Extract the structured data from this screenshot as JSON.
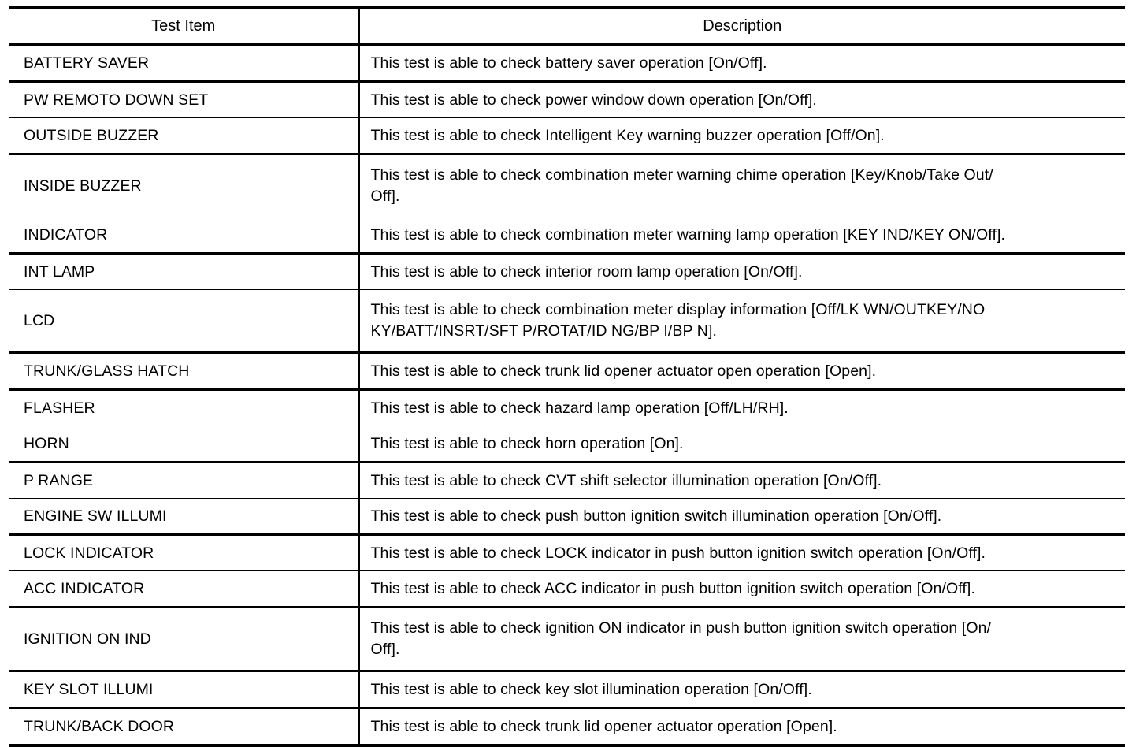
{
  "table": {
    "headers": {
      "item": "Test Item",
      "description": "Description"
    },
    "rows": [
      {
        "item": "BATTERY SAVER",
        "description": "This test is able to check battery saver operation [On/Off].",
        "lines": [
          "This test is able to check battery saver operation [On/Off]."
        ]
      },
      {
        "item": "PW REMOTO DOWN SET",
        "description": "This test is able to check power window down operation [On/Off].",
        "lines": [
          "This test is able to check power window down operation [On/Off]."
        ]
      },
      {
        "item": "OUTSIDE BUZZER",
        "description": "This test is able to check Intelligent Key warning buzzer operation [Off/On].",
        "lines": [
          "This test is able to check Intelligent Key warning buzzer operation [Off/On]."
        ]
      },
      {
        "item": "INSIDE BUZZER",
        "description": "This test is able to check combination meter warning chime operation [Key/Knob/Take Out/Off].",
        "lines": [
          "This test is able to check combination meter warning chime operation [Key/Knob/Take Out/",
          "Off]."
        ]
      },
      {
        "item": "INDICATOR",
        "description": "This test is able to check combination meter warning lamp operation [KEY IND/KEY ON/Off].",
        "lines": [
          "This test is able to check combination meter warning lamp operation [KEY IND/KEY ON/Off]."
        ]
      },
      {
        "item": "INT LAMP",
        "description": "This test is able to check interior room lamp operation [On/Off].",
        "lines": [
          "This test is able to check interior room lamp operation [On/Off]."
        ]
      },
      {
        "item": "LCD",
        "description": "This test is able to check combination meter display information [Off/LK WN/OUTKEY/NO KY/BATT/INSRT/SFT P/ROTAT/ID NG/BP I/BP N].",
        "lines": [
          "This test is able to check combination meter display information [Off/LK WN/OUTKEY/NO",
          "KY/BATT/INSRT/SFT P/ROTAT/ID NG/BP I/BP N]."
        ]
      },
      {
        "item": "TRUNK/GLASS HATCH",
        "description": "This test is able to check trunk lid opener actuator open operation [Open].",
        "lines": [
          "This test is able to check trunk lid opener actuator open operation [Open]."
        ]
      },
      {
        "item": "FLASHER",
        "description": "This test is able to check hazard lamp operation [Off/LH/RH].",
        "lines": [
          "This test is able to check hazard lamp operation [Off/LH/RH]."
        ]
      },
      {
        "item": "HORN",
        "description": "This test is able to check horn operation [On].",
        "lines": [
          "This test is able to check horn operation [On]."
        ]
      },
      {
        "item": "P RANGE",
        "description": "This test is able to check CVT shift selector illumination operation [On/Off].",
        "lines": [
          "This test is able to check CVT shift selector illumination operation [On/Off]."
        ]
      },
      {
        "item": "ENGINE SW ILLUMI",
        "description": "This test is able to check push button ignition switch illumination operation [On/Off].",
        "lines": [
          "This test is able to check push button ignition switch illumination operation [On/Off]."
        ]
      },
      {
        "item": "LOCK INDICATOR",
        "description": "This test is able to check LOCK indicator in push button ignition switch operation [On/Off].",
        "lines": [
          "This test is able to check LOCK indicator in push button ignition switch operation [On/Off]."
        ]
      },
      {
        "item": "ACC INDICATOR",
        "description": "This test is able to check ACC indicator in push button ignition switch operation [On/Off].",
        "lines": [
          "This test is able to check ACC indicator in push button ignition switch operation [On/Off]."
        ]
      },
      {
        "item": "IGNITION ON IND",
        "description": "This test is able to check ignition ON indicator in push button ignition switch operation [On/Off].",
        "lines": [
          "This test is able to check ignition ON indicator in push button ignition switch operation [On/",
          "Off]."
        ]
      },
      {
        "item": "KEY SLOT ILLUMI",
        "description": "This test is able to check key slot illumination operation [On/Off].",
        "lines": [
          "This test is able to check key slot illumination operation [On/Off]."
        ]
      },
      {
        "item": "TRUNK/BACK DOOR",
        "description": "This test is able to check trunk lid opener actuator operation [Open].",
        "lines": [
          "This test is able to check trunk lid opener actuator operation [Open]."
        ]
      }
    ]
  }
}
